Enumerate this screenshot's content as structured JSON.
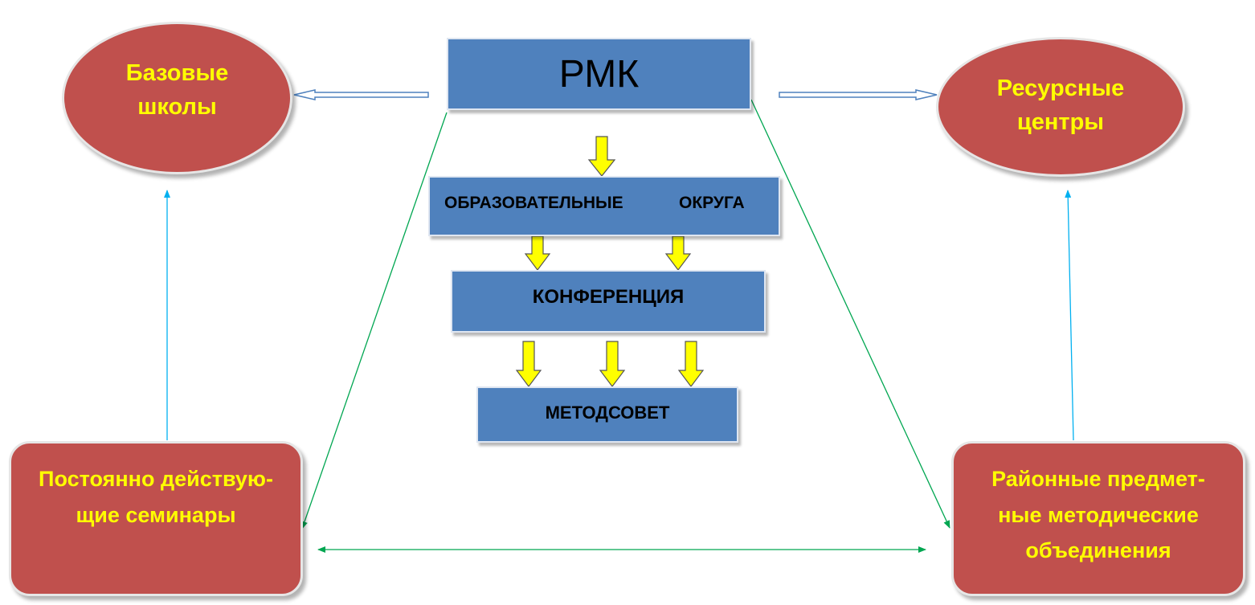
{
  "colors": {
    "blue_box": "#4f81bd",
    "red_shape": "#c0504d",
    "label_yellow": "#ffff00",
    "arrow_yellow": "#ffff00",
    "link_green": "#00a651",
    "link_cyan": "#00b0f0",
    "hollow_arrow": "#4f81bd"
  },
  "center": {
    "rmk": "РМК",
    "districts_word1": "ОБРАЗОВАТЕЛЬНЫЕ",
    "districts_word2": "ОКРУГА",
    "conference": "КОНФЕРЕНЦИЯ",
    "methodical_council": "МЕТОДСОВЕТ"
  },
  "ovals": {
    "left_line1": "Базовые",
    "left_line2": "школы",
    "right_line1": "Ресурсные",
    "right_line2": "центры"
  },
  "bottom_boxes": {
    "left_line1": "Постоянно действую-",
    "left_line2": "щие семинары",
    "right_line1": "Районные предмет-",
    "right_line2": "ные методические",
    "right_line3": "объединения"
  }
}
